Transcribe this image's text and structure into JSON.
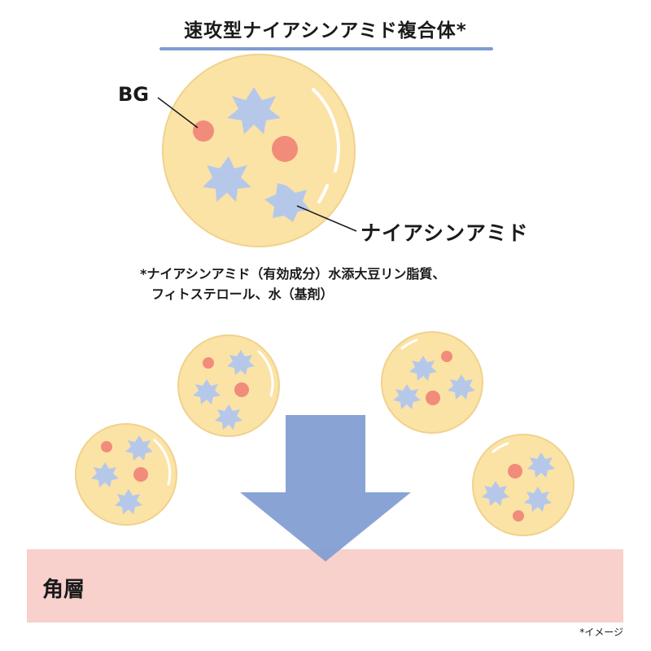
{
  "title": "速攻型ナイアシンアミド複合体*",
  "labels": {
    "bg": "BG",
    "niacinamide": "ナイアシンアミド"
  },
  "footnote": {
    "line1": "*ナイアシンアミド（有効成分）水添大豆リン脂質、",
    "line2": "フィトステロール、水（基剤）"
  },
  "skin_layer": "角層",
  "image_note": "*イメージ",
  "colors": {
    "particle": "#fbe3a6",
    "dot": "#f28c7a",
    "star": "#b6c8ea",
    "arrow": "#7f9cd0",
    "skin": "#f8d0cc",
    "underline": "#7f9cd0"
  }
}
